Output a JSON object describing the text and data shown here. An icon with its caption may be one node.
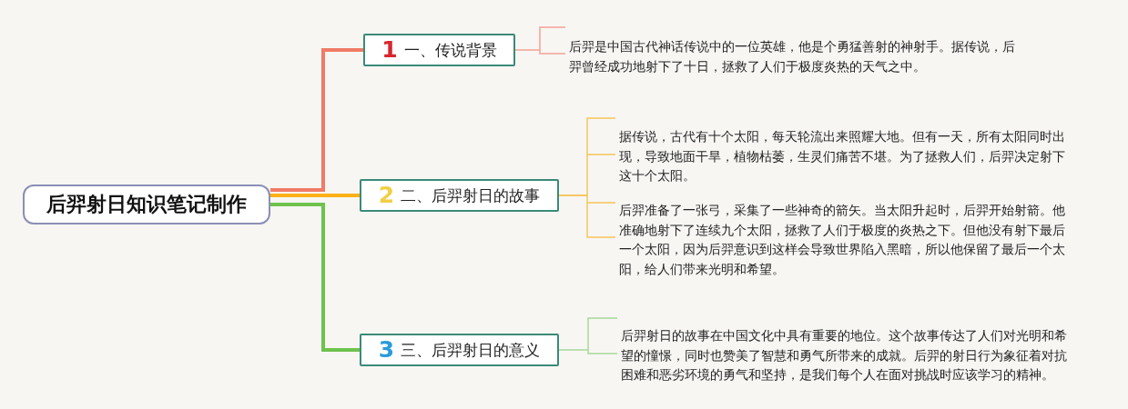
{
  "diagram": {
    "nodes": [
      {
        "text": [
          "后羿射日知识笔记制作"
        ]
      },
      {
        "text": [
          "1",
          "一、传说背景"
        ]
      },
      {
        "text": [
          "2",
          "二、后羿射日的故事"
        ]
      },
      {
        "text": [
          "3",
          "三、后羿射日的意义"
        ]
      },
      {
        "text": [
          "后羿是中国古代神话传说中的一位英雄，他是个勇猛善射的神射手。据传说，后羿曾经成功地射下了十日，拯救了人们于极度炎热的天气之中。"
        ]
      },
      {
        "text": [
          "据传说，古代有十个太阳，每天轮流出来照耀大地。但有一天，所有太阳同时出现，导致地面干旱，植物枯萎，生灵们痛苦不堪。为了拯救人们，后羿决定射下这十个太阳。"
        ]
      },
      {
        "text": [
          "后羿准备了一张弓，采集了一些神奇的箭矢。当太阳升起时，后羿开始射箭。他准确地射下了连续九个太阳，拯救了人们于极度的炎热之下。但他没有射下最后一个太阳，因为后羿意识到这样会导致世界陷入黑暗，所以他保留了最后一个太阳，给人们带来光明和希望。"
        ]
      },
      {
        "text": [
          "后羿射日的故事在中国文化中具有重要的地位。这个故事传达了人们对光明和希望的憧憬，同时也赞美了智慧和勇气所带来的成就。后羿的射日行为象征着对抗困难和恶劣环境的勇气和坚持，是我们每个人在面对挑战时应该学习的精神。"
        ]
      }
    ],
    "edges": [
      {
        "from": 0,
        "to": 1,
        "arrow": "none",
        "style": "thick",
        "color": "#f07b67"
      },
      {
        "from": 0,
        "to": 2,
        "arrow": "none",
        "style": "thick",
        "color": "#fbb117"
      },
      {
        "from": 0,
        "to": 3,
        "arrow": "none",
        "style": "thick",
        "color": "#6ec24d"
      },
      {
        "from": 1,
        "to": 4,
        "arrow": "none",
        "color": "#f3a397"
      },
      {
        "from": 2,
        "to": 5,
        "arrow": "none",
        "color": "#f8c55a"
      },
      {
        "from": 2,
        "to": 6,
        "arrow": "none",
        "color": "#f8c55a"
      },
      {
        "from": 3,
        "to": 7,
        "arrow": "none",
        "color": "#a9d79a"
      }
    ]
  }
}
